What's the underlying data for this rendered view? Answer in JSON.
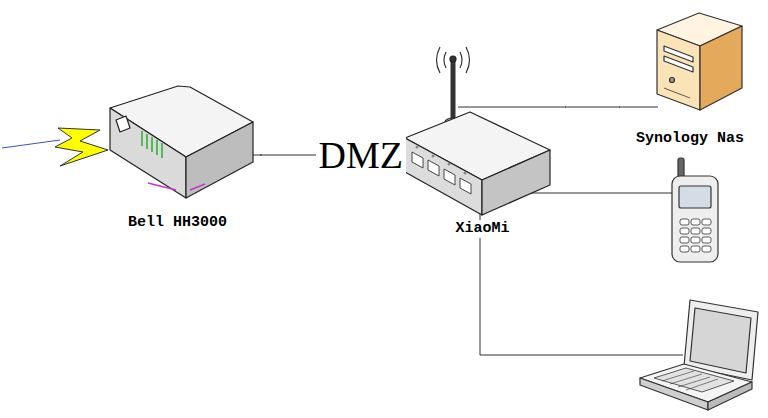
{
  "diagram": {
    "nodes": [
      {
        "text": [
          "Bell HH3000"
        ]
      },
      {
        "text": [
          "XiaoMi"
        ]
      },
      {
        "text": [
          "Synology Nas"
        ]
      }
    ],
    "edges": [
      {
        "from": 0,
        "to": 1,
        "arrow": "none",
        "label": "DMZ"
      },
      {
        "from": 1,
        "to": 2,
        "arrow": "none"
      }
    ]
  }
}
